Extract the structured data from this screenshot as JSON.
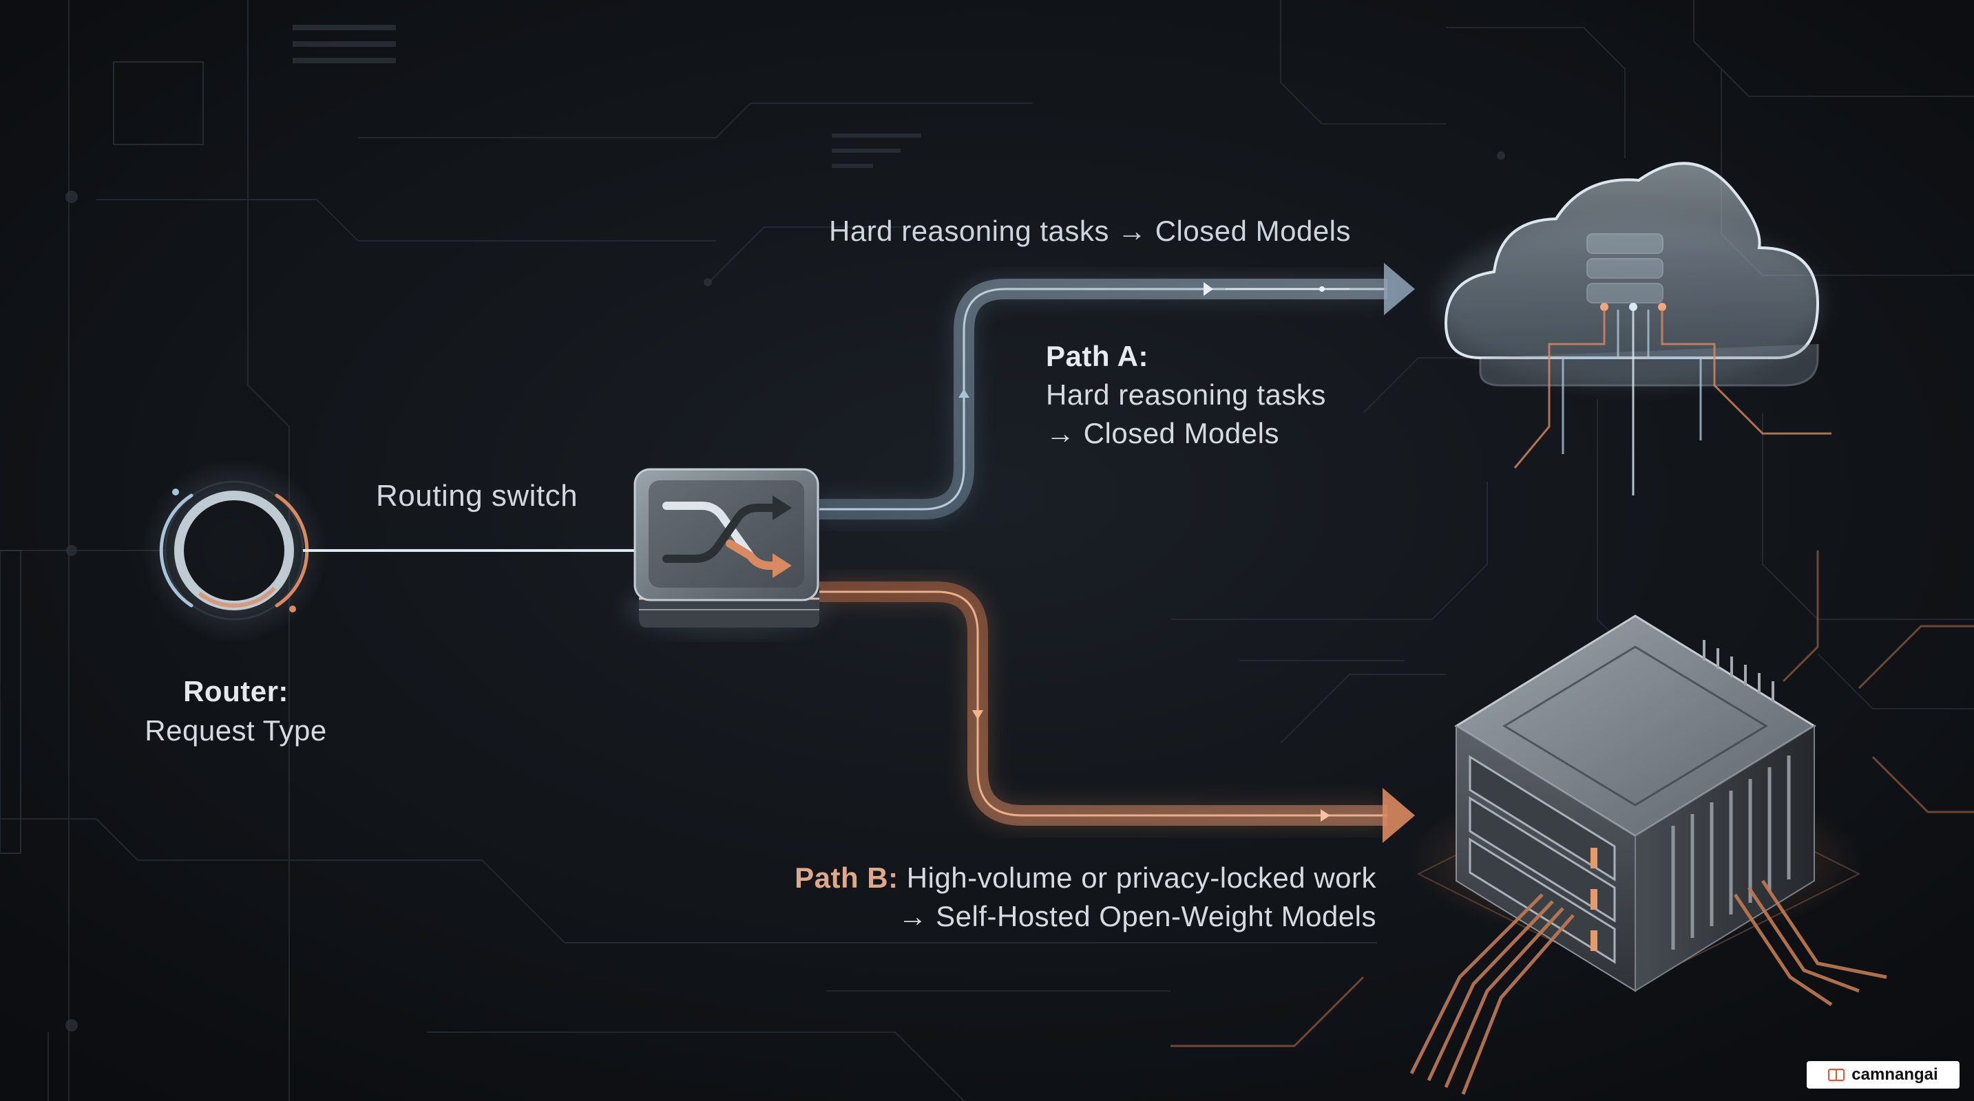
{
  "diagram": {
    "top_path_label": "Hard reasoning tasks → Closed Models",
    "routing_switch_label": "Routing switch",
    "router": {
      "title": "Router:",
      "subtitle": "Request Type"
    },
    "path_a": {
      "title": "Path A:",
      "line1": "Hard reasoning tasks",
      "line2": "→ Closed Models"
    },
    "path_b": {
      "title": "Path B:",
      "line1": "High-volume or privacy-locked work",
      "line2": "→ Self-Hosted Open-Weight Models"
    },
    "icons": {
      "router": "ring-node-icon",
      "switch": "shuffle-switch-icon",
      "cloud": "cloud-icon",
      "server": "server-icon"
    }
  },
  "watermark": {
    "text": "camnangai"
  },
  "colors": {
    "background": "#0f1216",
    "path_a_blue": "#a9c4d8",
    "path_b_orange": "#d98a60",
    "text": "#d6dbe2",
    "accent_text": "#e0a88a"
  }
}
